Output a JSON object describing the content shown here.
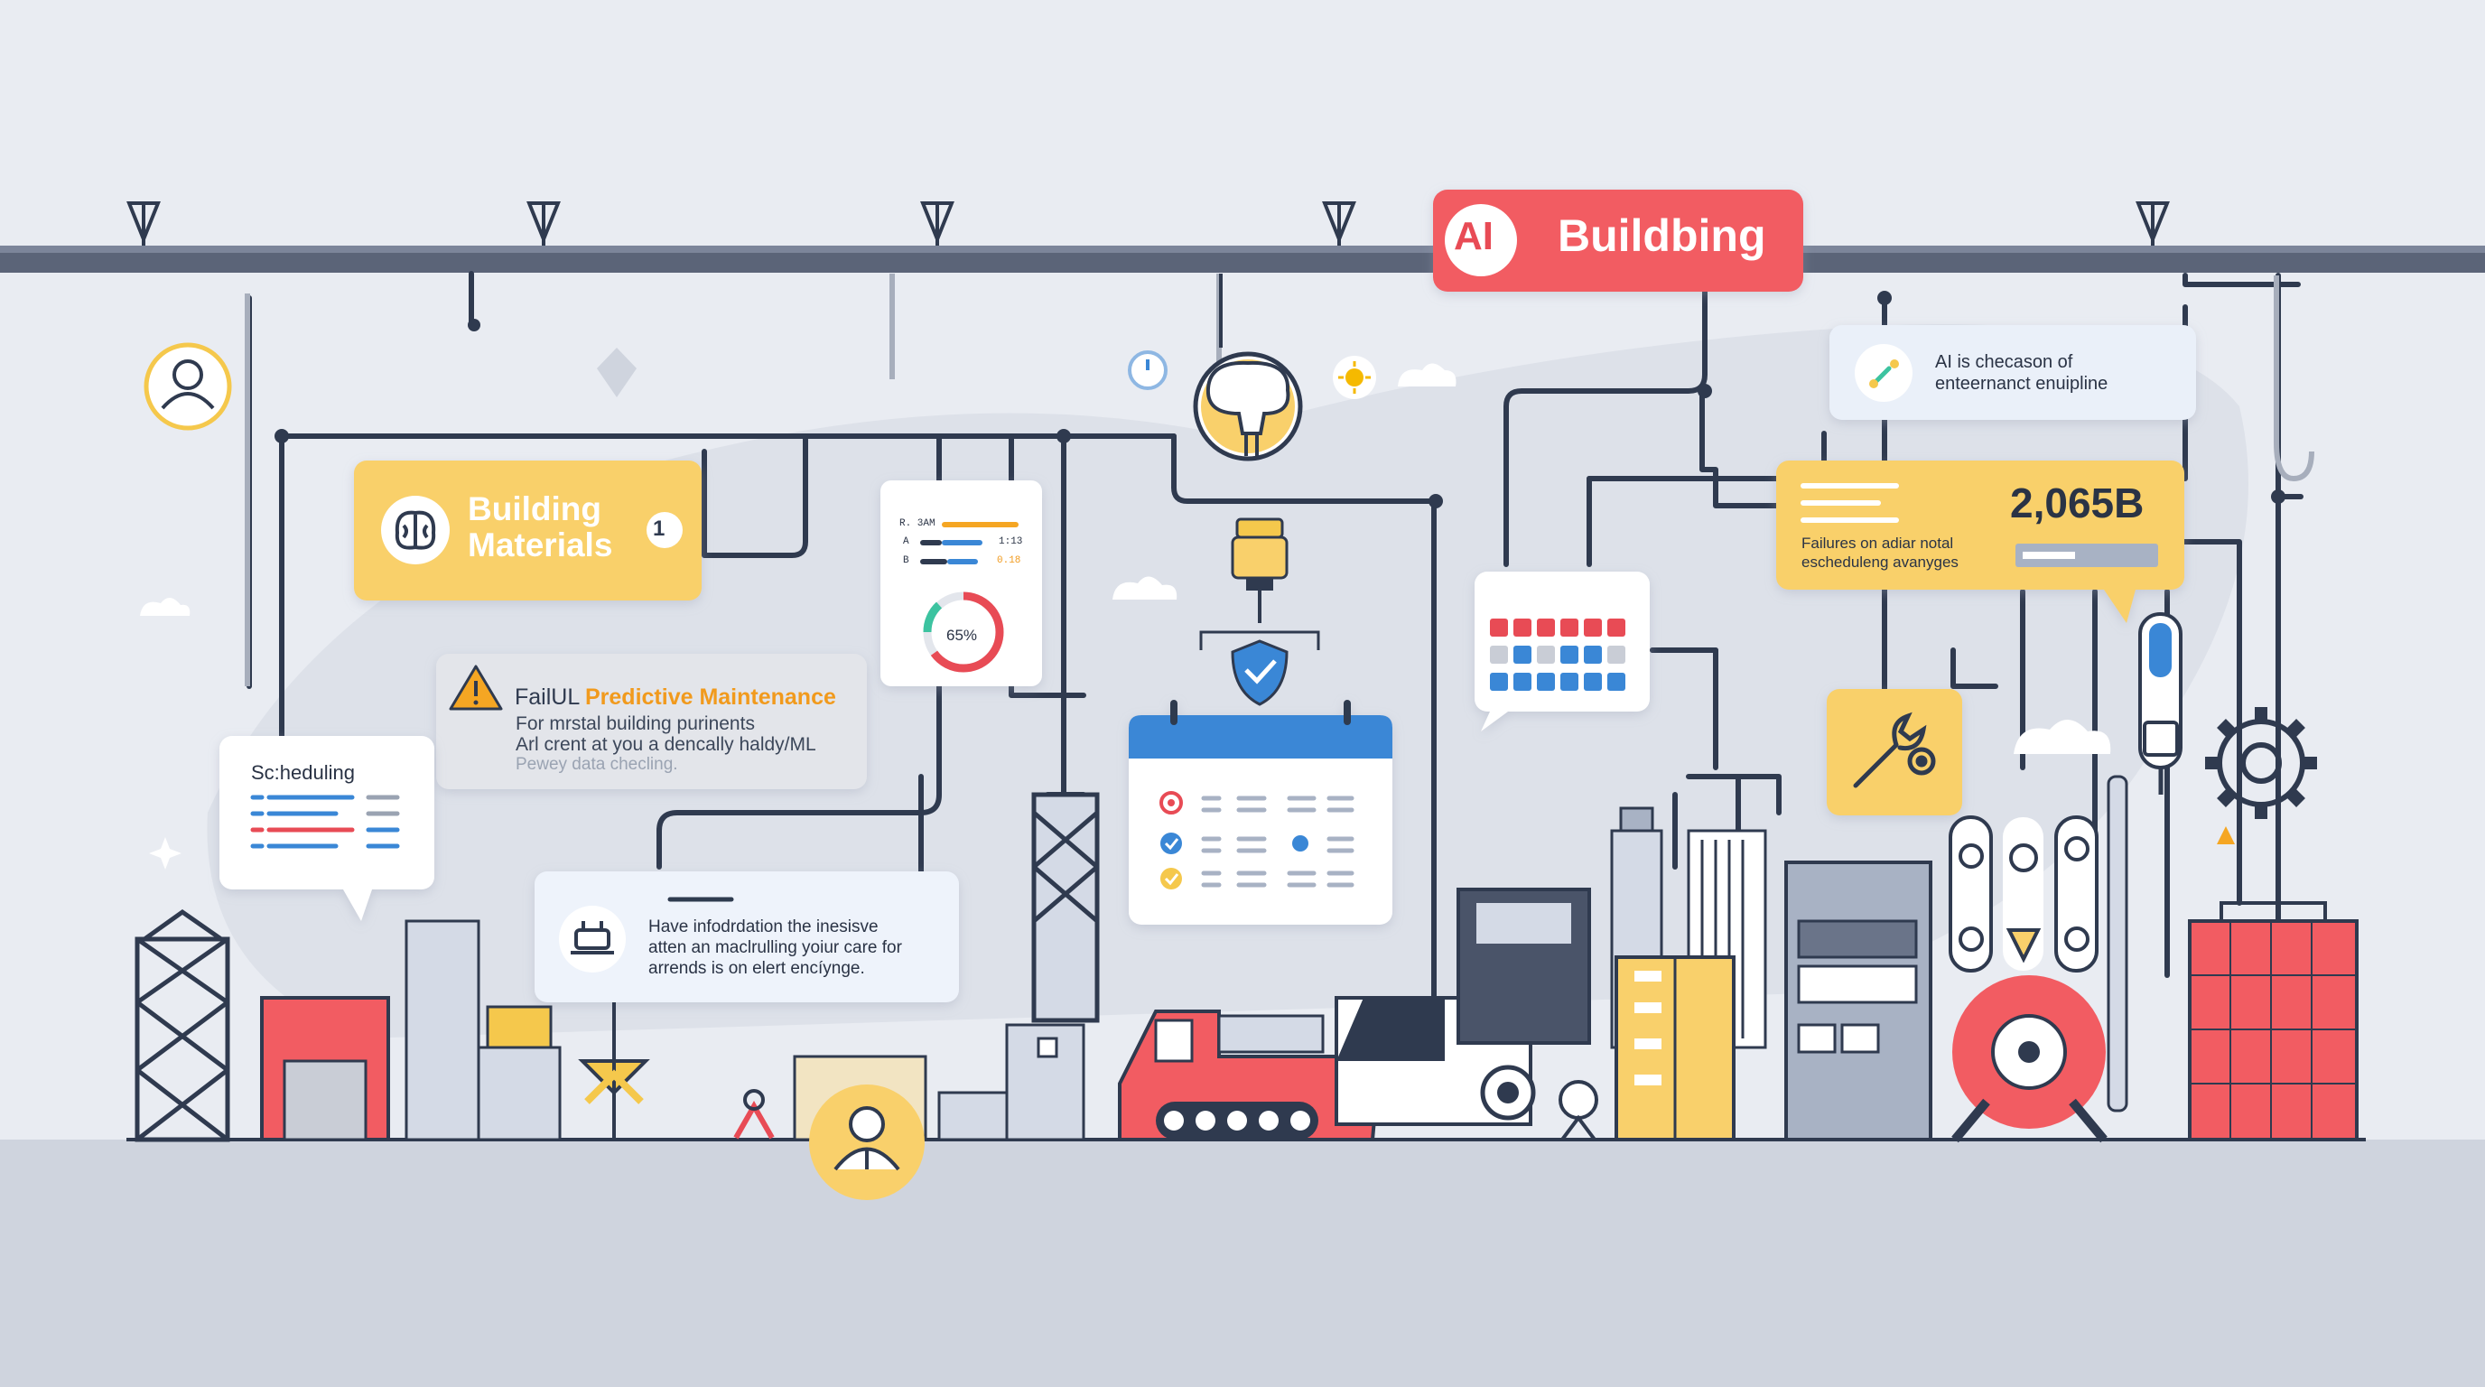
{
  "header": {
    "badge": "AI",
    "title": "Buildbing",
    "accent_color": "#f25c62"
  },
  "building_materials": {
    "title_line1": "Building",
    "title_line2": "Materials",
    "count": "1",
    "icon": "brain-icon"
  },
  "predictive_card": {
    "prefix": "FailUL",
    "title": "Predictive Maintenance",
    "line1": "For mrstal building purinents",
    "line2": "Arl  crent at you a dencally haldy/ML",
    "line3": "Pewey data checling."
  },
  "scheduling_card": {
    "title": "Sc:heduling"
  },
  "info_card": {
    "line1": "Have infodrdation the inesisve",
    "line2": "atten an maclrulling yoiur care for",
    "line3": "arrends is on elert encíynge."
  },
  "ai_note": {
    "line1": "AI is checason of",
    "line2": "enteernanct enuipline"
  },
  "stats_card": {
    "value": "2,065B",
    "line1": "Failures on adiar notal",
    "line2": "escheduleng avanyges"
  },
  "mini_chart": {
    "rows": [
      {
        "label": "R. 3AM",
        "value": ""
      },
      {
        "label": "A",
        "value": "1:13"
      },
      {
        "label": "B",
        "value": "0.18"
      }
    ],
    "gauge_label": "65%",
    "gauge_value": 0.65
  },
  "colors": {
    "yellow": "#f9d06b",
    "red": "#f25c62",
    "navy": "#2f3a4f",
    "blue": "#3a87d6",
    "pipe": "#5b6478"
  }
}
